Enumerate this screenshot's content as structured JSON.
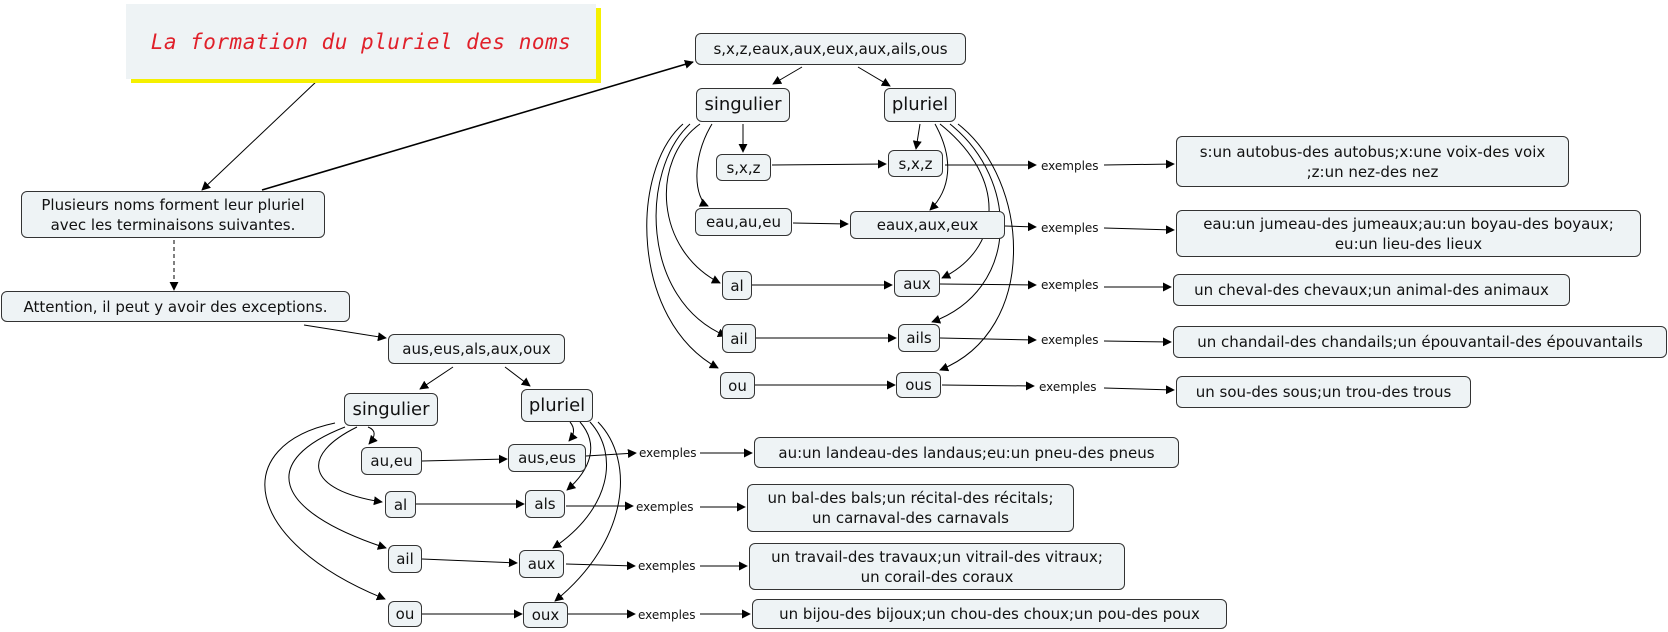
{
  "title": "La formation du pluriel des noms",
  "intro": "Plusieurs noms forment leur pluriel\navec les terminaisons suivantes.",
  "warning": "Attention, il peut y avoir des exceptions.",
  "link_label": "exemples",
  "group1": {
    "header": "s,x,z,eaux,aux,eux,aux,ails,ous",
    "singulier": "singulier",
    "pluriel": "pluriel",
    "sing_forms": [
      "s,x,z",
      "eau,au,eu",
      "al",
      "ail",
      "ou"
    ],
    "plur_forms": [
      "s,x,z",
      "eaux,aux,eux",
      "aux",
      "ails",
      "ous"
    ],
    "examples": [
      "s:un autobus-des autobus;x:une voix-des voix\n;z:un nez-des nez",
      "eau:un jumeau-des jumeaux;au:un boyau-des boyaux;\neu:un lieu-des lieux",
      "un cheval-des chevaux;un animal-des animaux",
      "un chandail-des chandails;un épouvantail-des épouvantails",
      "un sou-des sous;un trou-des trous"
    ]
  },
  "group2": {
    "header": "aus,eus,als,aux,oux",
    "singulier": "singulier",
    "pluriel": "pluriel",
    "sing_forms": [
      "au,eu",
      "al",
      "ail",
      "ou"
    ],
    "plur_forms": [
      "aus,eus",
      "als",
      "aux",
      "oux"
    ],
    "examples": [
      "au:un landeau-des landaus;eu:un pneu-des pneus",
      "un bal-des bals;un récital-des récitals;\nun carnaval-des carnavals",
      "un travail-des travaux;un vitrail-des vitraux;\nun corail-des coraux",
      "un bijou-des bijoux;un chou-des choux;un pou-des poux"
    ]
  }
}
